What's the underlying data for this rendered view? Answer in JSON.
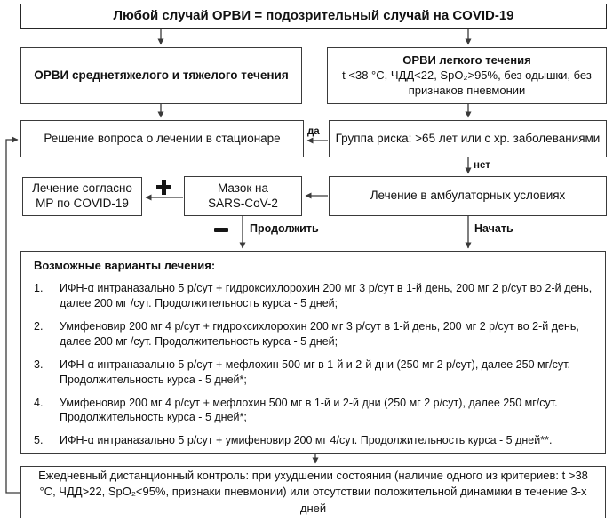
{
  "title": "Любой случай ОРВИ = подозрительный случай на COVID-19",
  "boxes": {
    "severe": "ОРВИ среднетяжелого и тяжелого течения",
    "mild_title": "ОРВИ легкого течения",
    "mild_criteria": "t <38 °C, ЧДД<22, SpO₂>95%, без одышки, без признаков пневмонии",
    "hospital": "Решение вопроса о лечении в стационаре",
    "risk_group": "Группа риска: >65 лет или с хр. заболеваниями",
    "outpatient": "Лечение в амбулаторных условиях",
    "swab": "Мазок на SARS-CoV-2",
    "covid_treatment": "Лечение согласно МР по COVID-19"
  },
  "labels": {
    "yes": "да",
    "no": "нет",
    "start": "Начать",
    "continue": "Продолжить"
  },
  "icons": {
    "swab_positive": "plus-icon",
    "swab_negative": "minus-icon"
  },
  "options": {
    "header": "Возможные варианты лечения:",
    "items": [
      {
        "num": "1.",
        "text": "ИФН-α интраназально 5 р/сут + гидроксихлорохин 200 мг 3 р/сут в 1-й день, 200 мг 2 р/сут во 2-й день, далее 200 мг /сут. Продолжительность курса - 5 дней;"
      },
      {
        "num": "2.",
        "text": "Умифеновир 200 мг 4 р/сут + гидроксихлорохин 200 мг 3 р/сут в 1-й день, 200 мг 2 р/сут во 2-й день, далее 200 мг /сут. Продолжительность курса - 5 дней;"
      },
      {
        "num": "3.",
        "text": "ИФН-α интраназально 5 р/сут + мефлохин 500 мг в 1-й и 2-й дни (250 мг 2 р/сут), далее 250 мг/сут. Продолжительность курса - 5 дней*;"
      },
      {
        "num": "4.",
        "text": "Умифеновир 200 мг 4 р/сут + мефлохин 500 мг в 1-й и 2-й дни (250 мг 2 р/сут), далее 250 мг/сут. Продолжительность курса - 5 дней*;"
      },
      {
        "num": "5.",
        "text": "ИФН-α интраназально 5 р/сут + умифеновир 200 мг 4/сут. Продолжительность курса - 5 дней**."
      }
    ]
  },
  "monitoring": "Ежедневный дистанционный контроль: при ухудшении состояния (наличие одного из критериев: t >38 °C, ЧДД>22, SpO₂<95%, признаки пневмонии) или отсутствии положительной динамики в течение 3-х дней",
  "colors": {
    "border": "#3a3a3a",
    "line": "#3a3a3a",
    "text": "#111111",
    "background": "#ffffff"
  }
}
